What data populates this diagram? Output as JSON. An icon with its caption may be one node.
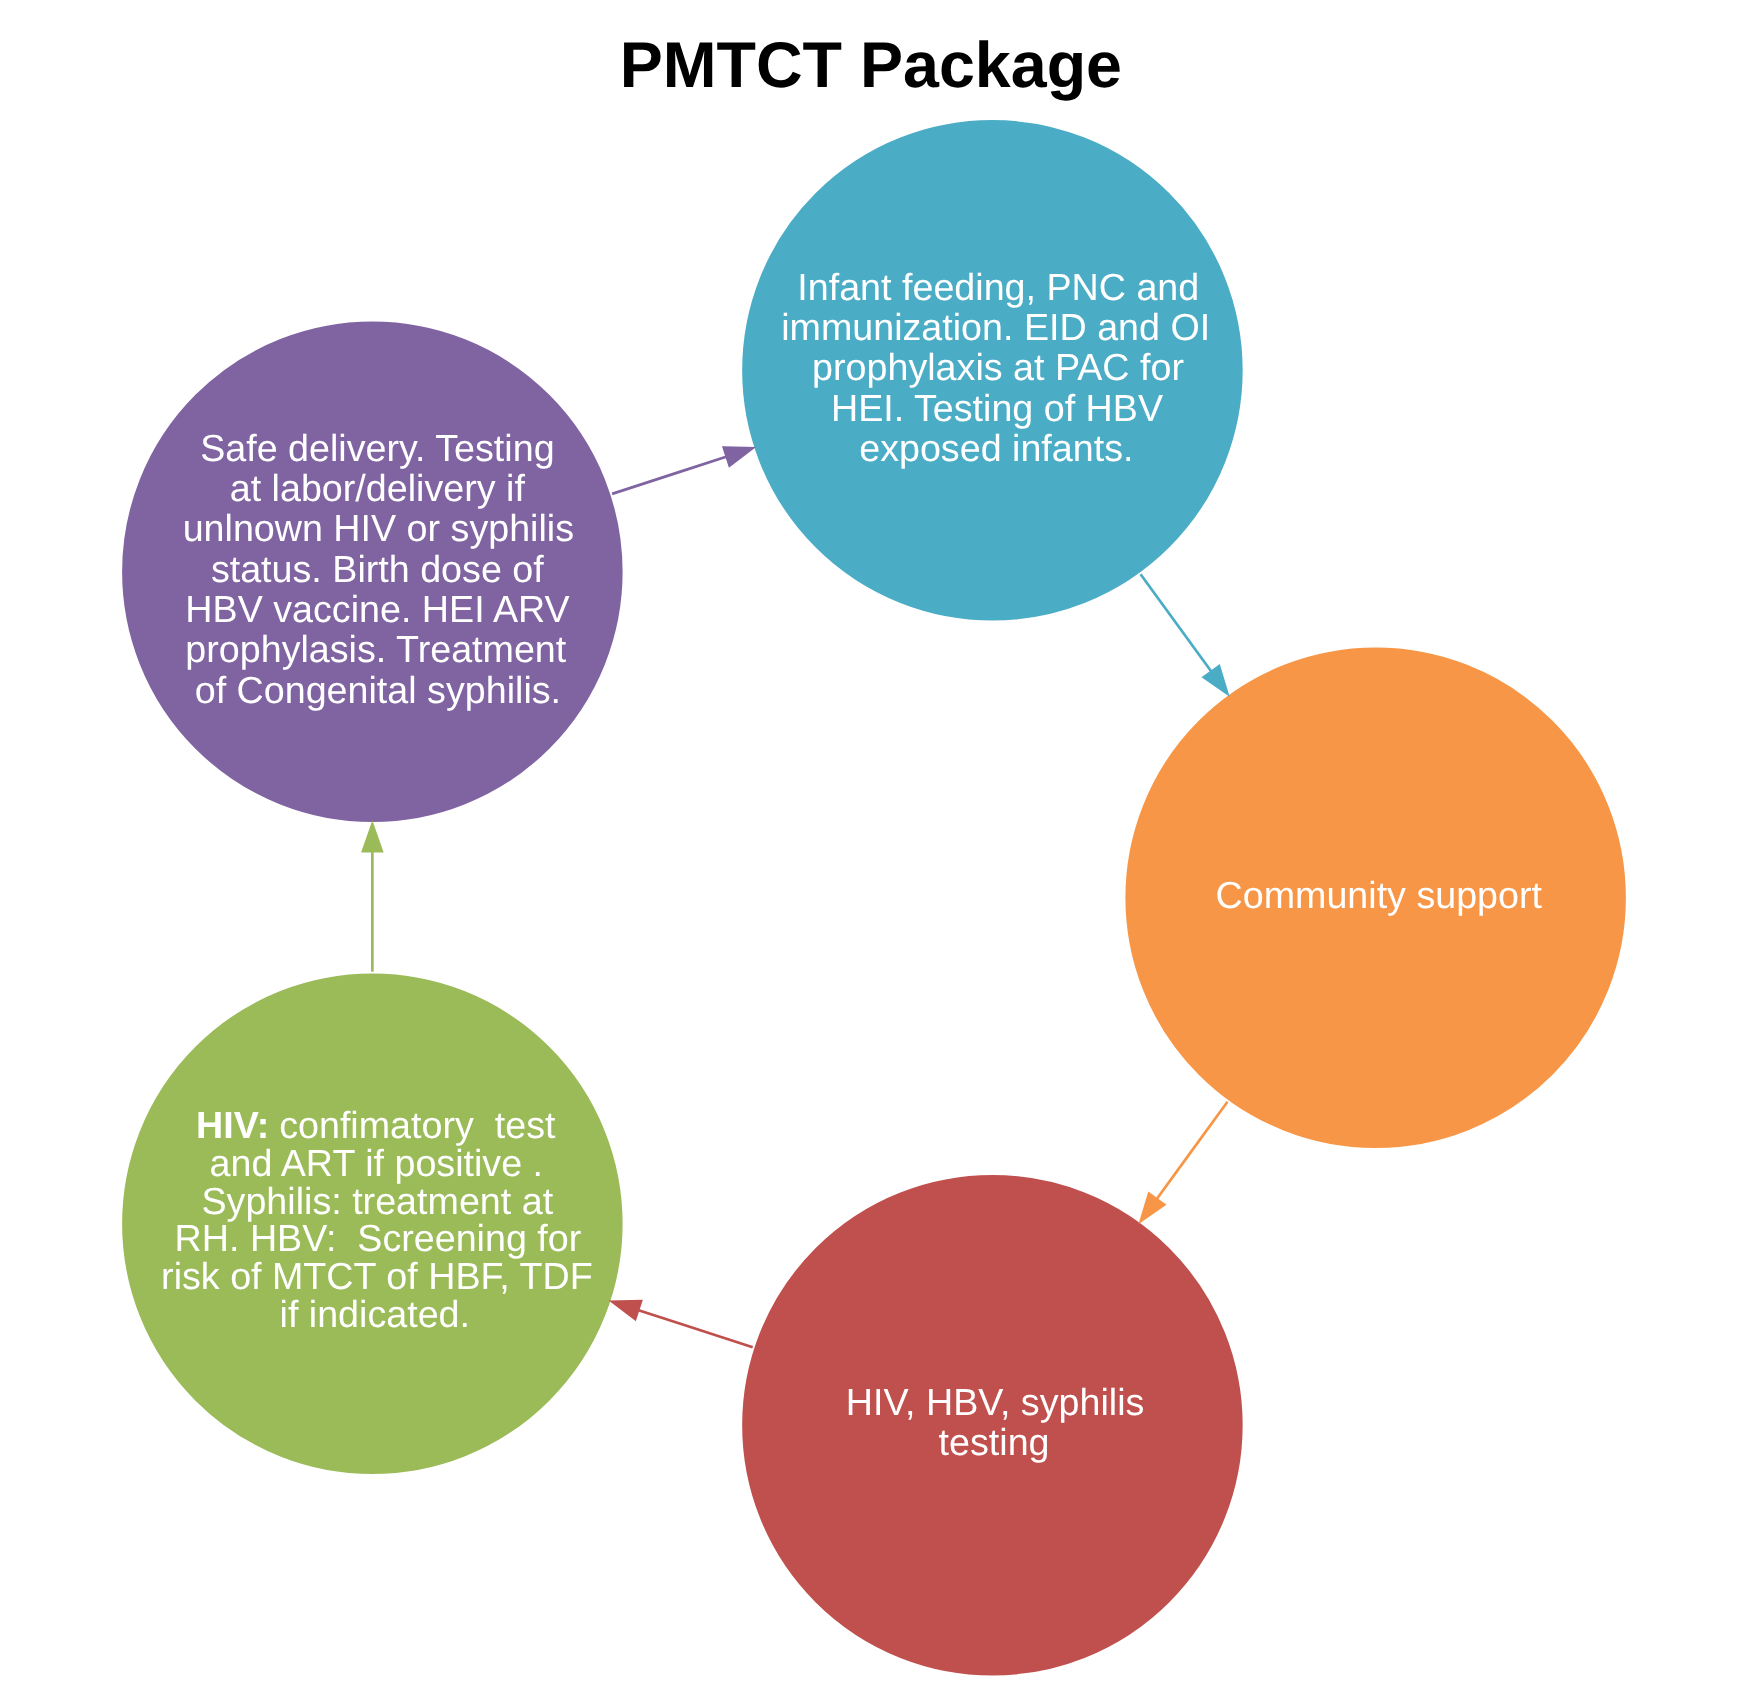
{
  "diagram": {
    "title": "PMTCT Package",
    "nodes": [
      {
        "text": [
          "HIV, HBV, syphilis testing"
        ]
      },
      {
        "text": [
          "**HIV:** confimatory  test and ART if positive . Syphilis: treatment at RH. HBV:  Screening for risk of MTCT of HBF, TDF if indicated."
        ]
      },
      {
        "text": [
          "Safe delivery. Testing at labor/delivery if unlnown HIV or syphilis status. Birth dose of HBV vaccine. HEI ARV prophylasis. Treatment of Congenital syphilis."
        ]
      },
      {
        "text": [
          "Infant feeding, PNC and immunization. EID and OI prophylaxis at PAC for HEI. Testing of HBV exposed infants."
        ]
      },
      {
        "text": [
          "Community support"
        ]
      }
    ],
    "edges": [
      {
        "from": 0,
        "to": 1,
        "arrow": "to",
        "color": "#c0504d"
      },
      {
        "from": 1,
        "to": 2,
        "arrow": "to",
        "color": "#9bbb59"
      },
      {
        "from": 2,
        "to": 3,
        "arrow": "to",
        "color": "#8064a2"
      },
      {
        "from": 3,
        "to": 4,
        "arrow": "to",
        "color": "#4bacc6"
      },
      {
        "from": 4,
        "to": 0,
        "arrow": "to",
        "color": "#f79646"
      }
    ]
  }
}
